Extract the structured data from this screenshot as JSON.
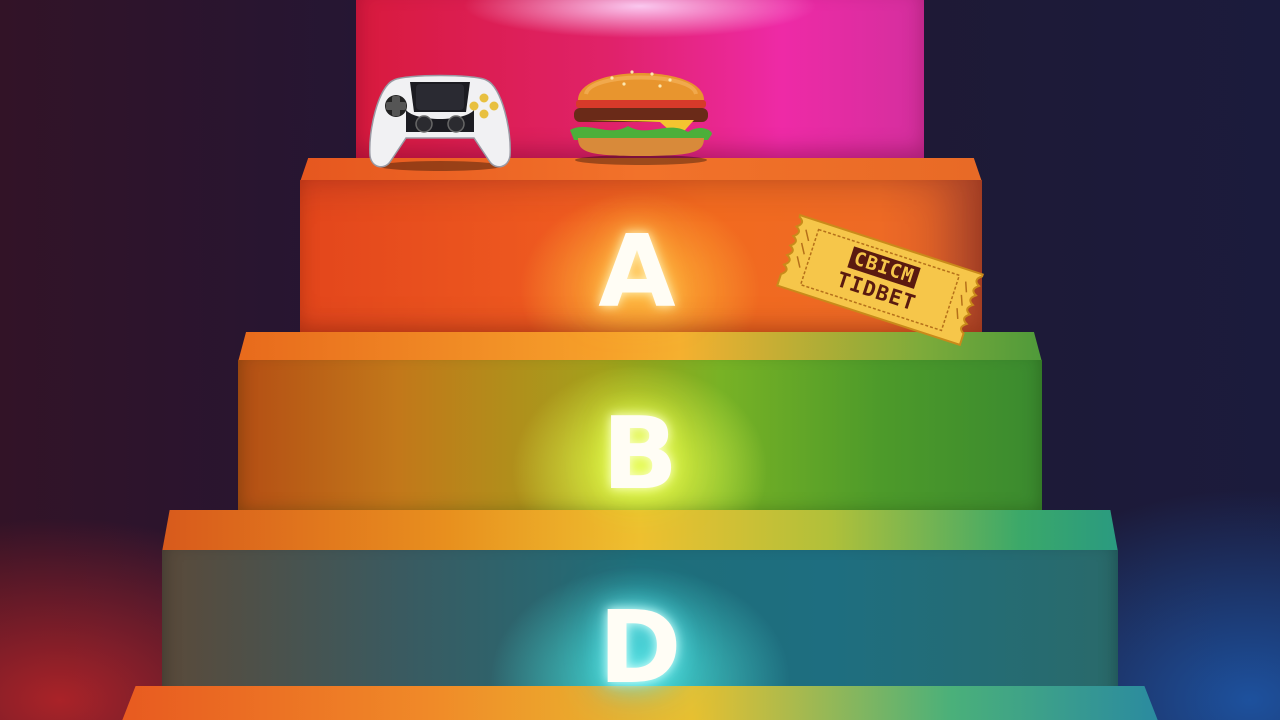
{
  "scene": {
    "tiers": [
      {
        "id": "top",
        "letter": "",
        "color": "#e0226a"
      },
      {
        "id": "a",
        "letter": "A",
        "color": "#ef5b20"
      },
      {
        "id": "b",
        "letter": "B",
        "color": "#78b225"
      },
      {
        "id": "d",
        "letter": "D",
        "color": "#1f6e7a"
      },
      {
        "id": "bottom",
        "letter": "",
        "color": "#e8901e"
      }
    ],
    "ticket": {
      "line1": "CBICM",
      "line2": "TIDBET"
    },
    "icons": [
      "game-controller-icon",
      "burger-icon",
      "ticket-icon"
    ]
  }
}
